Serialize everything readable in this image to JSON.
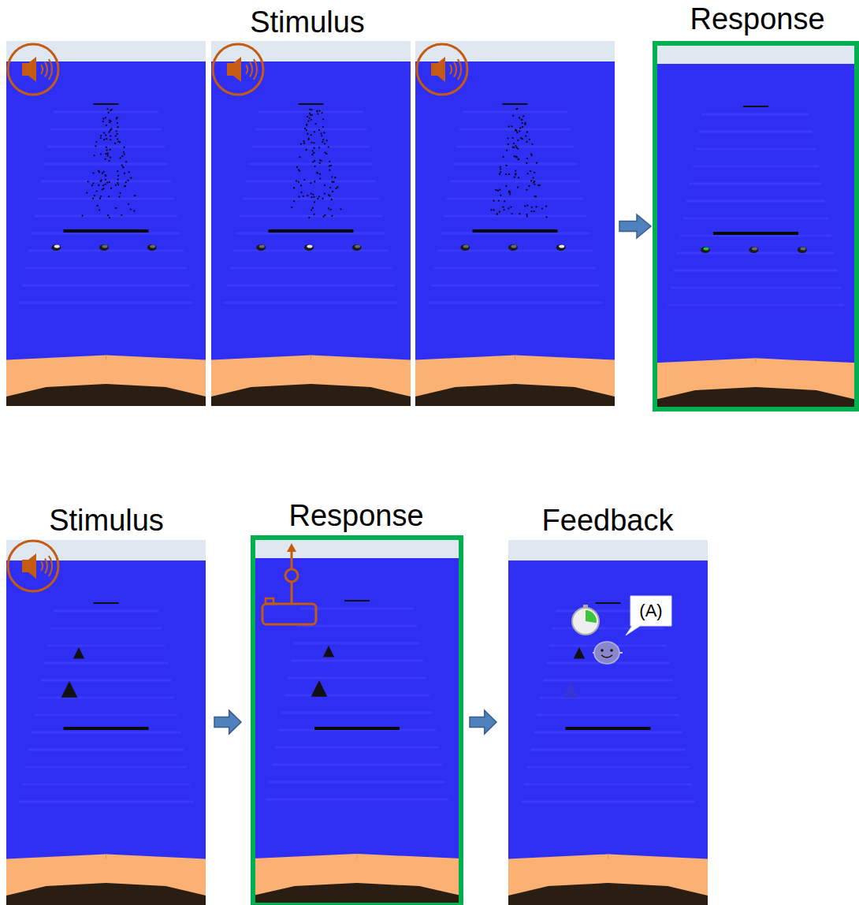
{
  "diagram": {
    "labels": [
      "Stimulus",
      "Response",
      "Stimulus",
      "Response",
      "Feedback",
      "(A)"
    ]
  }
}
